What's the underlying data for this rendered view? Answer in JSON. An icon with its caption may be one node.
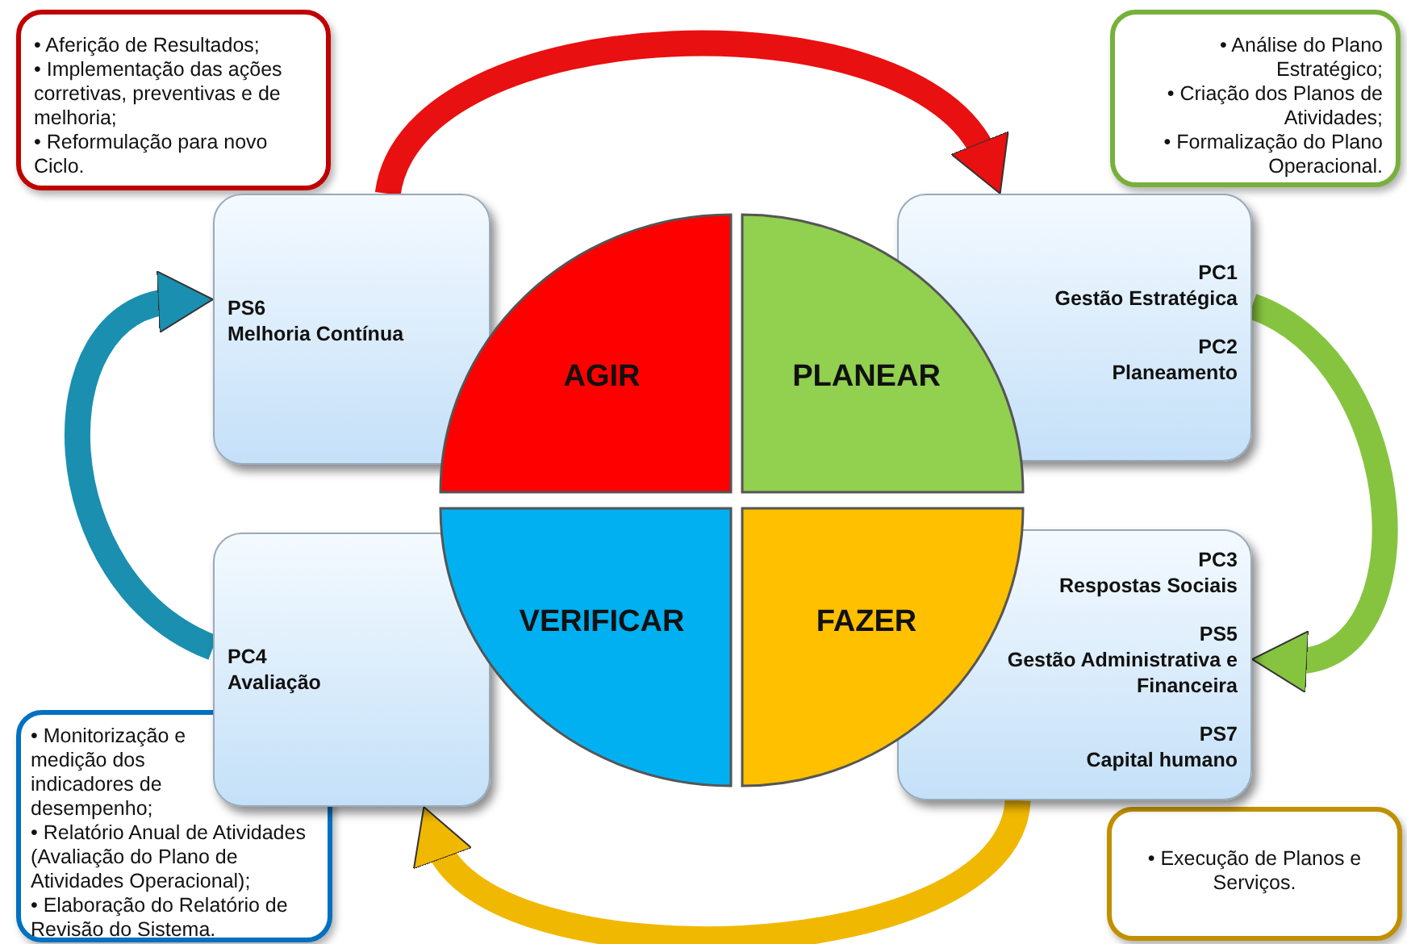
{
  "diagram": {
    "nodes": [
      {
        "text": [
          "• Aferição de Resultados;",
          "• Implementação das ações corretivas, preventivas e de melhoria;",
          "• Reformulação para novo Ciclo."
        ]
      },
      {
        "text": [
          "• Análise do Plano Estratégico;",
          "• Criação dos Planos de Atividades;",
          "• Formalização do Plano Operacional."
        ]
      },
      {
        "text": [
          "PS6",
          "Melhoria Contínua"
        ]
      },
      {
        "text": [
          "PC1",
          "Gestão Estratégica",
          "PC2",
          "Planeamento"
        ]
      },
      {
        "text": [
          "PC4",
          "Avaliação"
        ]
      },
      {
        "text": [
          "PC3",
          "Respostas Sociais",
          "PS5",
          "Gestão Administrativa e Financeira",
          "PS7",
          "Capital humano"
        ]
      },
      {
        "text": [
          "AGIR"
        ]
      },
      {
        "text": [
          "PLANEAR"
        ]
      },
      {
        "text": [
          "VERIFICAR"
        ]
      },
      {
        "text": [
          "FAZER"
        ]
      },
      {
        "text": [
          "• Monitorização e medição dos indicadores de desempenho;",
          "• Relatório Anual de Atividades (Avaliação do Plano de Atividades Operacional);",
          "• Elaboração do Relatório de Revisão do Sistema."
        ]
      },
      {
        "text": [
          "• Execução de Planos e Serviços."
        ]
      }
    ],
    "edges": [
      {
        "from": 2,
        "to": 3,
        "arrow": "to",
        "color": "#e81010"
      },
      {
        "from": 3,
        "to": 5,
        "arrow": "to",
        "color": "#86c440"
      },
      {
        "from": 5,
        "to": 4,
        "arrow": "to",
        "color": "#f0b800"
      },
      {
        "from": 4,
        "to": 2,
        "arrow": "to",
        "color": "#1a8fb0"
      }
    ]
  }
}
